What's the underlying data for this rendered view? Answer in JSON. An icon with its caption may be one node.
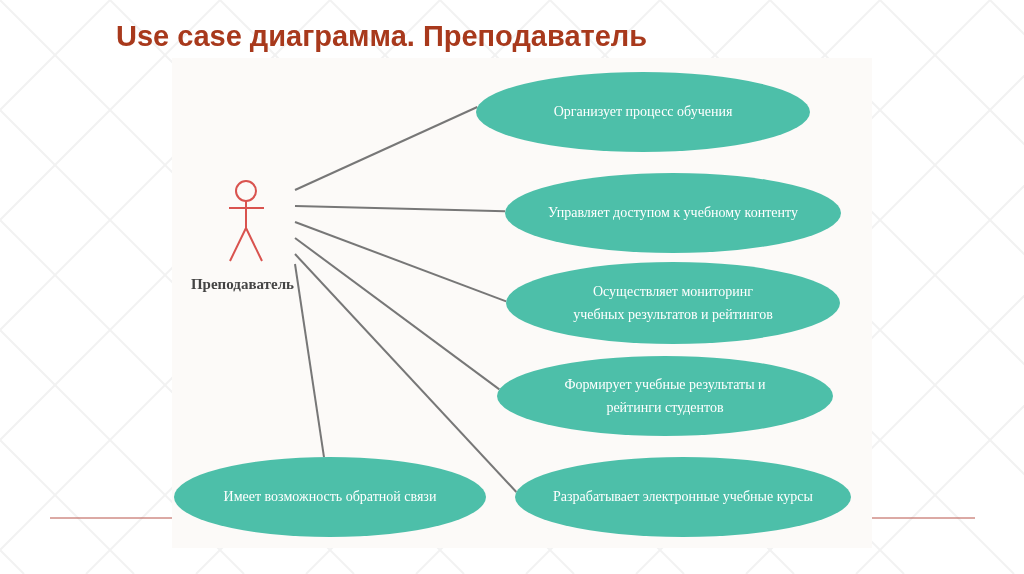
{
  "diagram": {
    "title": "Use case диаграмма. Преподаватель",
    "nodes": [
      {
        "text": [],
        "shape": "person",
        "beside": [
          "Преподаватель"
        ]
      },
      {
        "text": [
          "Организует процесс обучения"
        ]
      },
      {
        "text": [
          "Управляет доступом к учебному контенту"
        ]
      },
      {
        "text": [
          "Осуществляет мониторинг учебных результатов и рейтингов"
        ]
      },
      {
        "text": [
          "Формирует учебные результаты и рейтинги студентов"
        ]
      },
      {
        "text": [
          "Разрабатывает электронные учебные курсы"
        ]
      },
      {
        "text": [
          "Имеет возможность обратной связи"
        ]
      }
    ],
    "edges": [
      {
        "from": 0,
        "to": 1,
        "arrow": "none"
      },
      {
        "from": 0,
        "to": 2,
        "arrow": "none"
      },
      {
        "from": 0,
        "to": 3,
        "arrow": "none"
      },
      {
        "from": 0,
        "to": 4,
        "arrow": "none"
      },
      {
        "from": 0,
        "to": 5,
        "arrow": "none"
      },
      {
        "from": 0,
        "to": 6,
        "arrow": "none"
      }
    ]
  }
}
